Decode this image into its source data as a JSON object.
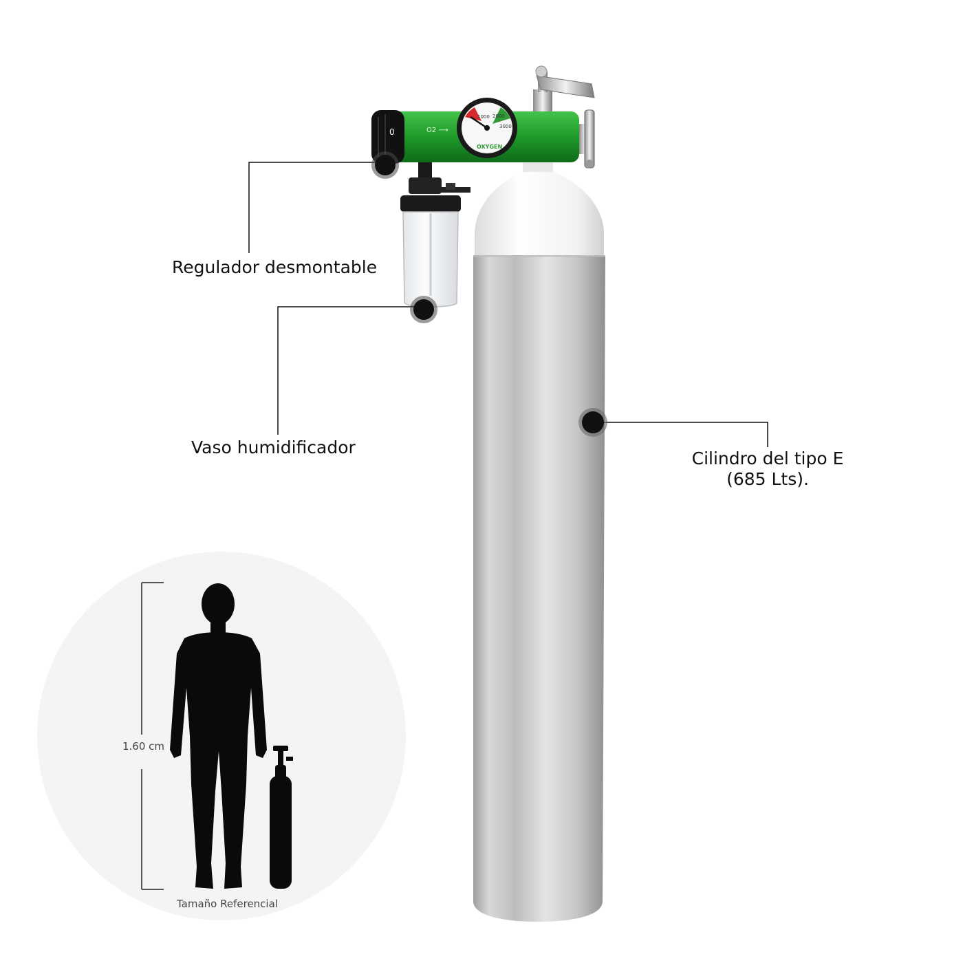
{
  "callouts": {
    "regulator": "Regulador desmontable",
    "humidifier": "Vaso humidificador",
    "cylinder_line1": "Cilindro del tipo E",
    "cylinder_line2": "(685 Lts)."
  },
  "reference": {
    "height_label": "1.60 cm",
    "caption": "Tamaño Referencial"
  },
  "gauge": {
    "brand_text": "OXYGEN",
    "scale": [
      "1000",
      "2000",
      "3000"
    ],
    "flow_marker": "0"
  },
  "colors": {
    "regulator_green": "#1f9a2b",
    "cylinder_silver": "#c9c9c9",
    "cylinder_shoulder": "#f2f2f2",
    "silhouette": "#0a0a0a",
    "reference_circle": "#f4f4f4",
    "callout_dot": "#111111"
  }
}
